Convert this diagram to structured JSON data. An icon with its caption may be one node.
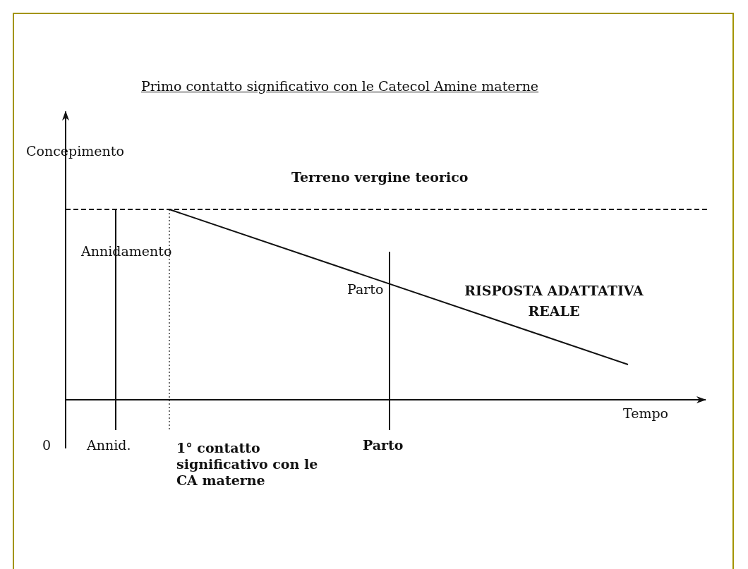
{
  "diagram": {
    "title": "Primo contatto significativo con le Catecol Amine materne",
    "labels": [
      "Concepimento",
      "Terreno vergine teorico",
      "Annidamento",
      "Parto",
      "RISPOSTA ADATTATIVA REALE",
      "Tempo",
      "0",
      "Annid.",
      "1° contatto significativo con le CA materne",
      "Parto"
    ]
  }
}
